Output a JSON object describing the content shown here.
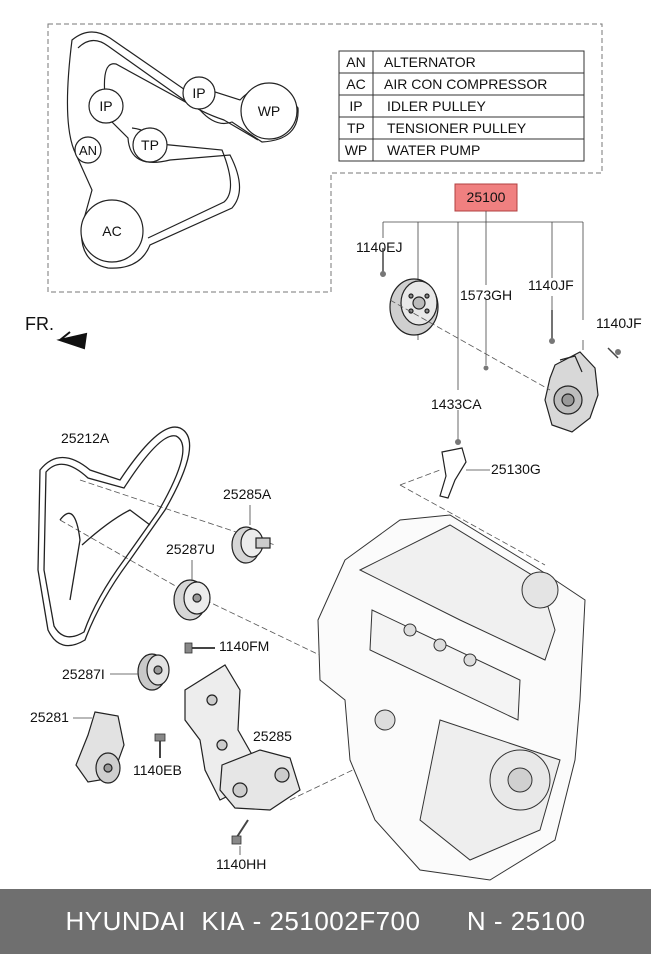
{
  "legend": [
    {
      "code": "AN",
      "name": "ALTERNATOR"
    },
    {
      "code": "AC",
      "name": "AIR CON COMPRESSOR"
    },
    {
      "code": "IP",
      "name": "IDLER PULLEY"
    },
    {
      "code": "TP",
      "name": "TENSIONER PULLEY"
    },
    {
      "code": "WP",
      "name": "WATER PUMP"
    }
  ],
  "belt_routing": {
    "pulleys": {
      "ip_top": "IP",
      "wp": "WP",
      "ip_left": "IP",
      "an": "AN",
      "tp": "TP",
      "ac": "AC"
    }
  },
  "direction_label": "FR.",
  "parts": {
    "p25100": "25100",
    "p1140EJ": "1140EJ",
    "p1573GH": "1573GH",
    "p1140JF_a": "1140JF",
    "p1140JF_b": "1140JF",
    "p1433CA": "1433CA",
    "p25130G": "25130G",
    "p25212A": "25212A",
    "p25285A": "25285A",
    "p25287U": "25287U",
    "p1140FM": "1140FM",
    "p25287I": "25287I",
    "p25281": "25281",
    "p25285": "25285",
    "p1140EB": "1140EB",
    "p1140HH": "1140HH"
  },
  "footer": {
    "brand": "HYUNDAI  KIA",
    "part_number": "251002F700",
    "n_label": "N",
    "n_number": "25100"
  },
  "colors": {
    "highlight_fill": "#f08080",
    "footer_bg": "#6f6f6f"
  }
}
